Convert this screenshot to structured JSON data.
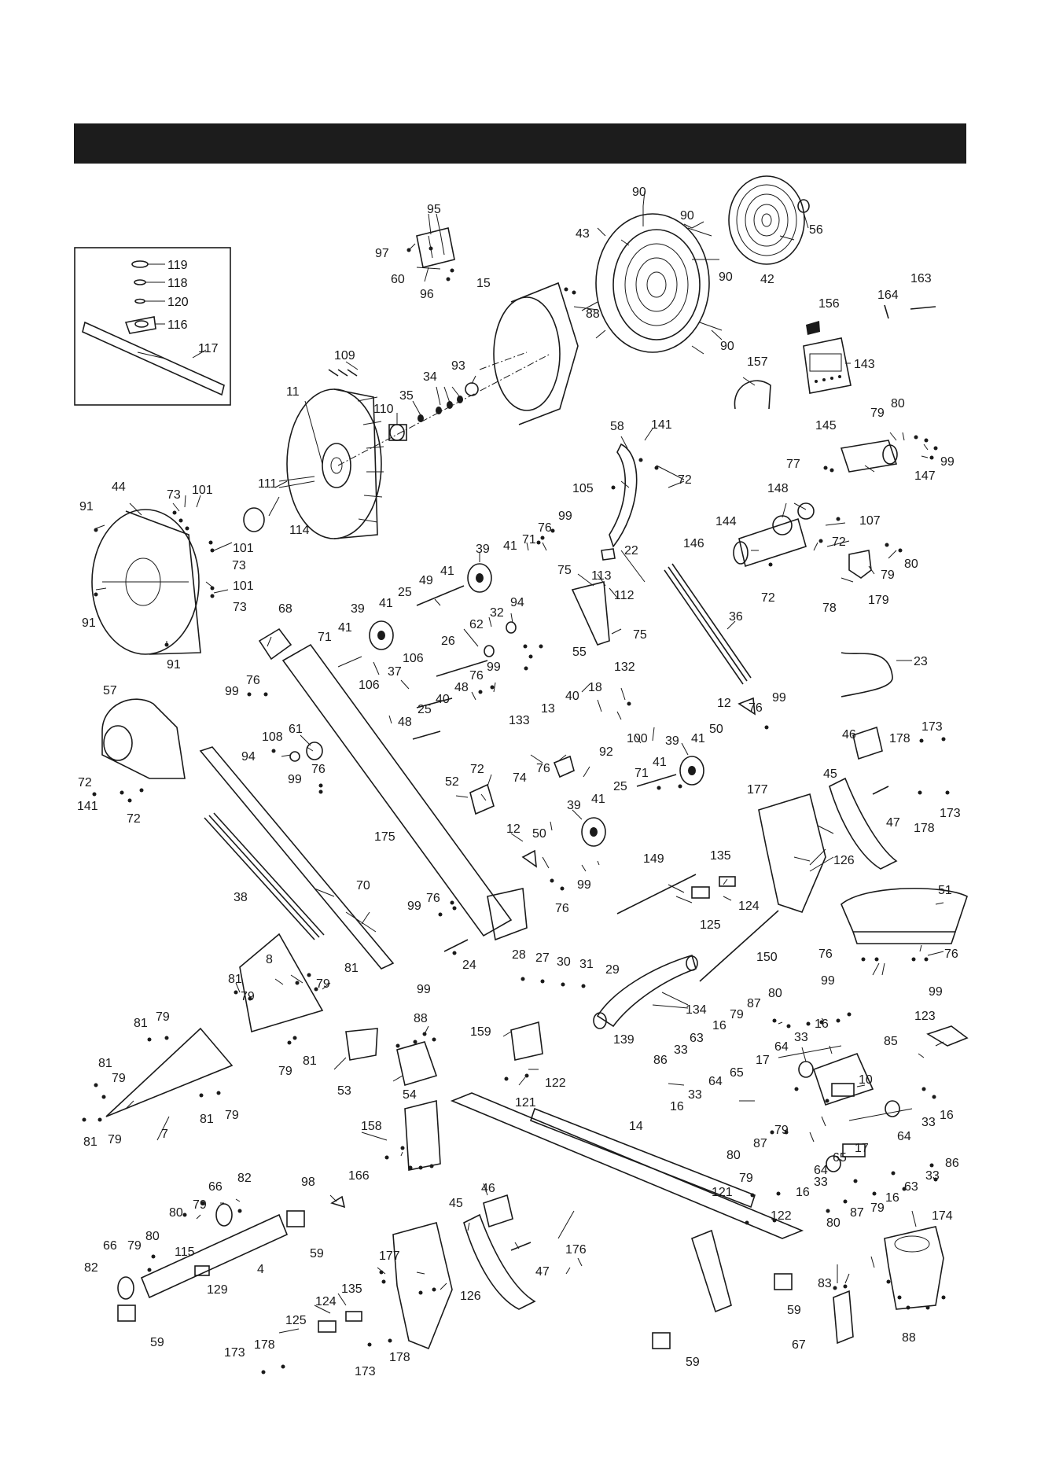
{
  "inset_labels": [
    {
      "id": "inset-119",
      "text": "119"
    },
    {
      "id": "inset-118",
      "text": "118"
    },
    {
      "id": "inset-120",
      "text": "120"
    },
    {
      "id": "inset-116",
      "text": "116"
    },
    {
      "id": "inset-117",
      "text": "117"
    }
  ],
  "part_labels": [
    {
      "id": "p95",
      "text": "95"
    },
    {
      "id": "p97",
      "text": "97"
    },
    {
      "id": "p60",
      "text": "60"
    },
    {
      "id": "p96",
      "text": "96"
    },
    {
      "id": "p90a",
      "text": "90"
    },
    {
      "id": "p90b",
      "text": "90"
    },
    {
      "id": "p90c",
      "text": "90"
    },
    {
      "id": "p90d",
      "text": "90"
    },
    {
      "id": "p43",
      "text": "43"
    },
    {
      "id": "p56",
      "text": "56"
    },
    {
      "id": "p42",
      "text": "42"
    },
    {
      "id": "p88a",
      "text": "88"
    },
    {
      "id": "p15",
      "text": "15"
    },
    {
      "id": "p163",
      "text": "163"
    },
    {
      "id": "p164",
      "text": "164"
    },
    {
      "id": "p156",
      "text": "156"
    },
    {
      "id": "p143",
      "text": "143"
    },
    {
      "id": "p157",
      "text": "157"
    },
    {
      "id": "p109",
      "text": "109"
    },
    {
      "id": "p93",
      "text": "93"
    },
    {
      "id": "p34",
      "text": "34"
    },
    {
      "id": "p35",
      "text": "35"
    },
    {
      "id": "p110",
      "text": "110"
    },
    {
      "id": "p11",
      "text": "11"
    },
    {
      "id": "p111",
      "text": "111"
    },
    {
      "id": "p114",
      "text": "114"
    },
    {
      "id": "p44",
      "text": "44"
    },
    {
      "id": "p73a",
      "text": "73"
    },
    {
      "id": "p101a",
      "text": "101"
    },
    {
      "id": "p91a",
      "text": "91"
    },
    {
      "id": "p101b",
      "text": "101"
    },
    {
      "id": "p73b",
      "text": "73"
    },
    {
      "id": "p101c",
      "text": "101"
    },
    {
      "id": "p73c",
      "text": "73"
    },
    {
      "id": "p91b",
      "text": "91"
    },
    {
      "id": "p91c",
      "text": "91"
    },
    {
      "id": "p58",
      "text": "58"
    },
    {
      "id": "p141a",
      "text": "141"
    },
    {
      "id": "p105",
      "text": "105"
    },
    {
      "id": "p72a",
      "text": "72"
    },
    {
      "id": "p79a",
      "text": "79"
    },
    {
      "id": "p80a",
      "text": "80"
    },
    {
      "id": "p145",
      "text": "145"
    },
    {
      "id": "p77",
      "text": "77"
    },
    {
      "id": "p147",
      "text": "147"
    },
    {
      "id": "p99a",
      "text": "99"
    },
    {
      "id": "p148",
      "text": "148"
    },
    {
      "id": "p107",
      "text": "107"
    },
    {
      "id": "p144",
      "text": "144"
    },
    {
      "id": "p146",
      "text": "146"
    },
    {
      "id": "p72b",
      "text": "72"
    },
    {
      "id": "p72c",
      "text": "72"
    },
    {
      "id": "p79b",
      "text": "79"
    },
    {
      "id": "p80b",
      "text": "80"
    },
    {
      "id": "p78",
      "text": "78"
    },
    {
      "id": "p179",
      "text": "179"
    },
    {
      "id": "p22",
      "text": "22"
    },
    {
      "id": "p75a",
      "text": "75"
    },
    {
      "id": "p113",
      "text": "113"
    },
    {
      "id": "p112",
      "text": "112"
    },
    {
      "id": "p55",
      "text": "55"
    },
    {
      "id": "p75b",
      "text": "75"
    },
    {
      "id": "p36",
      "text": "36"
    },
    {
      "id": "p23",
      "text": "23"
    },
    {
      "id": "p39a",
      "text": "39"
    },
    {
      "id": "p41a",
      "text": "41"
    },
    {
      "id": "p71a",
      "text": "71"
    },
    {
      "id": "p76a",
      "text": "76"
    },
    {
      "id": "p99b",
      "text": "99"
    },
    {
      "id": "p41b",
      "text": "41"
    },
    {
      "id": "p49",
      "text": "49"
    },
    {
      "id": "p25a",
      "text": "25"
    },
    {
      "id": "p39b",
      "text": "39"
    },
    {
      "id": "p41c",
      "text": "41"
    },
    {
      "id": "p94a",
      "text": "94"
    },
    {
      "id": "p32",
      "text": "32"
    },
    {
      "id": "p62",
      "text": "62"
    },
    {
      "id": "p26",
      "text": "26"
    },
    {
      "id": "p68",
      "text": "68"
    },
    {
      "id": "p71b",
      "text": "71"
    },
    {
      "id": "p41d",
      "text": "41"
    },
    {
      "id": "p106a",
      "text": "106"
    },
    {
      "id": "p37",
      "text": "37"
    },
    {
      "id": "p106b",
      "text": "106"
    },
    {
      "id": "p76b",
      "text": "76"
    },
    {
      "id": "p99c",
      "text": "99"
    },
    {
      "id": "p48a",
      "text": "48"
    },
    {
      "id": "p99d",
      "text": "99"
    },
    {
      "id": "p76c",
      "text": "76"
    },
    {
      "id": "p57",
      "text": "57"
    },
    {
      "id": "p108",
      "text": "108"
    },
    {
      "id": "p61",
      "text": "61"
    },
    {
      "id": "p94b",
      "text": "94"
    },
    {
      "id": "p40a",
      "text": "40"
    },
    {
      "id": "p25b",
      "text": "25"
    },
    {
      "id": "p48b",
      "text": "48"
    },
    {
      "id": "p132",
      "text": "132"
    },
    {
      "id": "p18",
      "text": "18"
    },
    {
      "id": "p40b",
      "text": "40"
    },
    {
      "id": "p13",
      "text": "13"
    },
    {
      "id": "p133",
      "text": "133"
    },
    {
      "id": "p100",
      "text": "100"
    },
    {
      "id": "p92",
      "text": "92"
    },
    {
      "id": "p74",
      "text": "74"
    },
    {
      "id": "p76d",
      "text": "76"
    },
    {
      "id": "p12a",
      "text": "12"
    },
    {
      "id": "p76e",
      "text": "76"
    },
    {
      "id": "p99e",
      "text": "99"
    },
    {
      "id": "p50a",
      "text": "50"
    },
    {
      "id": "p39c",
      "text": "39"
    },
    {
      "id": "p41e",
      "text": "41"
    },
    {
      "id": "p72d",
      "text": "72"
    },
    {
      "id": "p141b",
      "text": "141"
    },
    {
      "id": "p72e",
      "text": "72"
    },
    {
      "id": "p99f",
      "text": "99"
    },
    {
      "id": "p76f",
      "text": "76"
    },
    {
      "id": "p52",
      "text": "52"
    },
    {
      "id": "p72f",
      "text": "72"
    },
    {
      "id": "p71c",
      "text": "71"
    },
    {
      "id": "p41f",
      "text": "41"
    },
    {
      "id": "p25c",
      "text": "25"
    },
    {
      "id": "p46a",
      "text": "46"
    },
    {
      "id": "p178a",
      "text": "178"
    },
    {
      "id": "p173a",
      "text": "173"
    },
    {
      "id": "p175",
      "text": "175"
    },
    {
      "id": "p39d",
      "text": "39"
    },
    {
      "id": "p41g",
      "text": "41"
    },
    {
      "id": "p45a",
      "text": "45"
    },
    {
      "id": "p177a",
      "text": "177"
    },
    {
      "id": "p47a",
      "text": "47"
    },
    {
      "id": "p178b",
      "text": "178"
    },
    {
      "id": "p173b",
      "text": "173"
    },
    {
      "id": "p12b",
      "text": "12"
    },
    {
      "id": "p50b",
      "text": "50"
    },
    {
      "id": "p135a",
      "text": "135"
    },
    {
      "id": "p126a",
      "text": "126"
    },
    {
      "id": "p149",
      "text": "149"
    },
    {
      "id": "p38",
      "text": "38"
    },
    {
      "id": "p70",
      "text": "70"
    },
    {
      "id": "p99g",
      "text": "99"
    },
    {
      "id": "p76g",
      "text": "76"
    },
    {
      "id": "p99h",
      "text": "99"
    },
    {
      "id": "p76h",
      "text": "76"
    },
    {
      "id": "p124a",
      "text": "124"
    },
    {
      "id": "p125a",
      "text": "125"
    },
    {
      "id": "p51",
      "text": "51"
    },
    {
      "id": "p24",
      "text": "24"
    },
    {
      "id": "p150",
      "text": "150"
    },
    {
      "id": "p76i",
      "text": "76"
    },
    {
      "id": "p76j",
      "text": "76"
    },
    {
      "id": "p99i",
      "text": "99"
    },
    {
      "id": "p99j",
      "text": "99"
    },
    {
      "id": "p99k",
      "text": "99"
    },
    {
      "id": "p28",
      "text": "28"
    },
    {
      "id": "p27",
      "text": "27"
    },
    {
      "id": "p30",
      "text": "30"
    },
    {
      "id": "p31",
      "text": "31"
    },
    {
      "id": "p29",
      "text": "29"
    },
    {
      "id": "p134",
      "text": "134"
    },
    {
      "id": "p8",
      "text": "8"
    },
    {
      "id": "p81a",
      "text": "81"
    },
    {
      "id": "p81b",
      "text": "81"
    },
    {
      "id": "p79c",
      "text": "79"
    },
    {
      "id": "p79d",
      "text": "79"
    },
    {
      "id": "p139",
      "text": "139"
    },
    {
      "id": "p80c",
      "text": "80"
    },
    {
      "id": "p87a",
      "text": "87"
    },
    {
      "id": "p79e",
      "text": "79"
    },
    {
      "id": "p16a",
      "text": "16"
    },
    {
      "id": "p16b",
      "text": "16"
    },
    {
      "id": "p63a",
      "text": "63"
    },
    {
      "id": "p33a",
      "text": "33"
    },
    {
      "id": "p33b",
      "text": "33"
    },
    {
      "id": "p123",
      "text": "123"
    },
    {
      "id": "p81c",
      "text": "81"
    },
    {
      "id": "p79f",
      "text": "79"
    },
    {
      "id": "p88b",
      "text": "88"
    },
    {
      "id": "p159",
      "text": "159"
    },
    {
      "id": "p86a",
      "text": "86"
    },
    {
      "id": "p64a",
      "text": "64"
    },
    {
      "id": "p17a",
      "text": "17"
    },
    {
      "id": "p85",
      "text": "85"
    },
    {
      "id": "p81d",
      "text": "81"
    },
    {
      "id": "p79g",
      "text": "79"
    },
    {
      "id": "p81e",
      "text": "81"
    },
    {
      "id": "p53",
      "text": "53"
    },
    {
      "id": "p79h",
      "text": "79"
    },
    {
      "id": "p122a",
      "text": "122"
    },
    {
      "id": "p65a",
      "text": "65"
    },
    {
      "id": "p64b",
      "text": "64"
    },
    {
      "id": "p10",
      "text": "10"
    },
    {
      "id": "p54",
      "text": "54"
    },
    {
      "id": "p121a",
      "text": "121"
    },
    {
      "id": "p33c",
      "text": "33"
    },
    {
      "id": "p16c",
      "text": "16"
    },
    {
      "id": "p7",
      "text": "7"
    },
    {
      "id": "p81f",
      "text": "81"
    },
    {
      "id": "p79i",
      "text": "79"
    },
    {
      "id": "p16d",
      "text": "16"
    },
    {
      "id": "p33d",
      "text": "33"
    },
    {
      "id": "p79j",
      "text": "79"
    },
    {
      "id": "p158",
      "text": "158"
    },
    {
      "id": "p14",
      "text": "14"
    },
    {
      "id": "p64c",
      "text": "64"
    },
    {
      "id": "p81g",
      "text": "81"
    },
    {
      "id": "p79k",
      "text": "79"
    },
    {
      "id": "p80d",
      "text": "80"
    },
    {
      "id": "p87b",
      "text": "87"
    },
    {
      "id": "p17b",
      "text": "17"
    },
    {
      "id": "p166",
      "text": "166"
    },
    {
      "id": "p65b",
      "text": "65"
    },
    {
      "id": "p64d",
      "text": "64"
    },
    {
      "id": "p86b",
      "text": "86"
    },
    {
      "id": "p33e",
      "text": "33"
    },
    {
      "id": "p82a",
      "text": "82"
    },
    {
      "id": "p66a",
      "text": "66"
    },
    {
      "id": "p98",
      "text": "98"
    },
    {
      "id": "p79l",
      "text": "79"
    },
    {
      "id": "p121b",
      "text": "121"
    },
    {
      "id": "p16e",
      "text": "16"
    },
    {
      "id": "p33f",
      "text": "33"
    },
    {
      "id": "p16f",
      "text": "16"
    },
    {
      "id": "p63b",
      "text": "63"
    },
    {
      "id": "p80e",
      "text": "80"
    },
    {
      "id": "p79m",
      "text": "79"
    },
    {
      "id": "p46b",
      "text": "46"
    },
    {
      "id": "p45b",
      "text": "45"
    },
    {
      "id": "p122b",
      "text": "122"
    },
    {
      "id": "p80f",
      "text": "80"
    },
    {
      "id": "p87c",
      "text": "87"
    },
    {
      "id": "p79n",
      "text": "79"
    },
    {
      "id": "p174",
      "text": "174"
    },
    {
      "id": "p66b",
      "text": "66"
    },
    {
      "id": "p79o",
      "text": "79"
    },
    {
      "id": "p80g",
      "text": "80"
    },
    {
      "id": "p59a",
      "text": "59"
    },
    {
      "id": "p82b",
      "text": "82"
    },
    {
      "id": "p115",
      "text": "115"
    },
    {
      "id": "p4",
      "text": "4"
    },
    {
      "id": "p176",
      "text": "176"
    },
    {
      "id": "p47b",
      "text": "47"
    },
    {
      "id": "p177b",
      "text": "177"
    },
    {
      "id": "p129",
      "text": "129"
    },
    {
      "id": "p135b",
      "text": "135"
    },
    {
      "id": "p126b",
      "text": "126"
    },
    {
      "id": "p124b",
      "text": "124"
    },
    {
      "id": "p83",
      "text": "83"
    },
    {
      "id": "p59b",
      "text": "59"
    },
    {
      "id": "p125b",
      "text": "125"
    },
    {
      "id": "p59c",
      "text": "59"
    },
    {
      "id": "p173c",
      "text": "173"
    },
    {
      "id": "p178c",
      "text": "178"
    },
    {
      "id": "p67",
      "text": "67"
    },
    {
      "id": "p88c",
      "text": "88"
    },
    {
      "id": "p173d",
      "text": "173"
    },
    {
      "id": "p178d",
      "text": "178"
    },
    {
      "id": "p59d",
      "text": "59"
    }
  ]
}
